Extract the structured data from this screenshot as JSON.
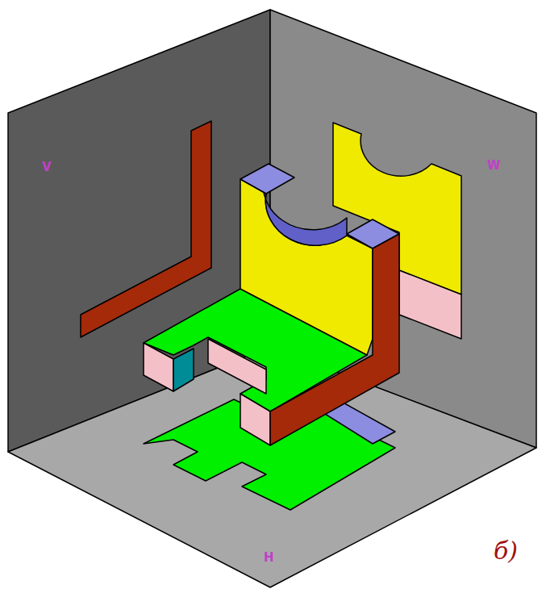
{
  "diagram": {
    "labels": [
      "V",
      "W",
      "H",
      "б)"
    ]
  }
}
